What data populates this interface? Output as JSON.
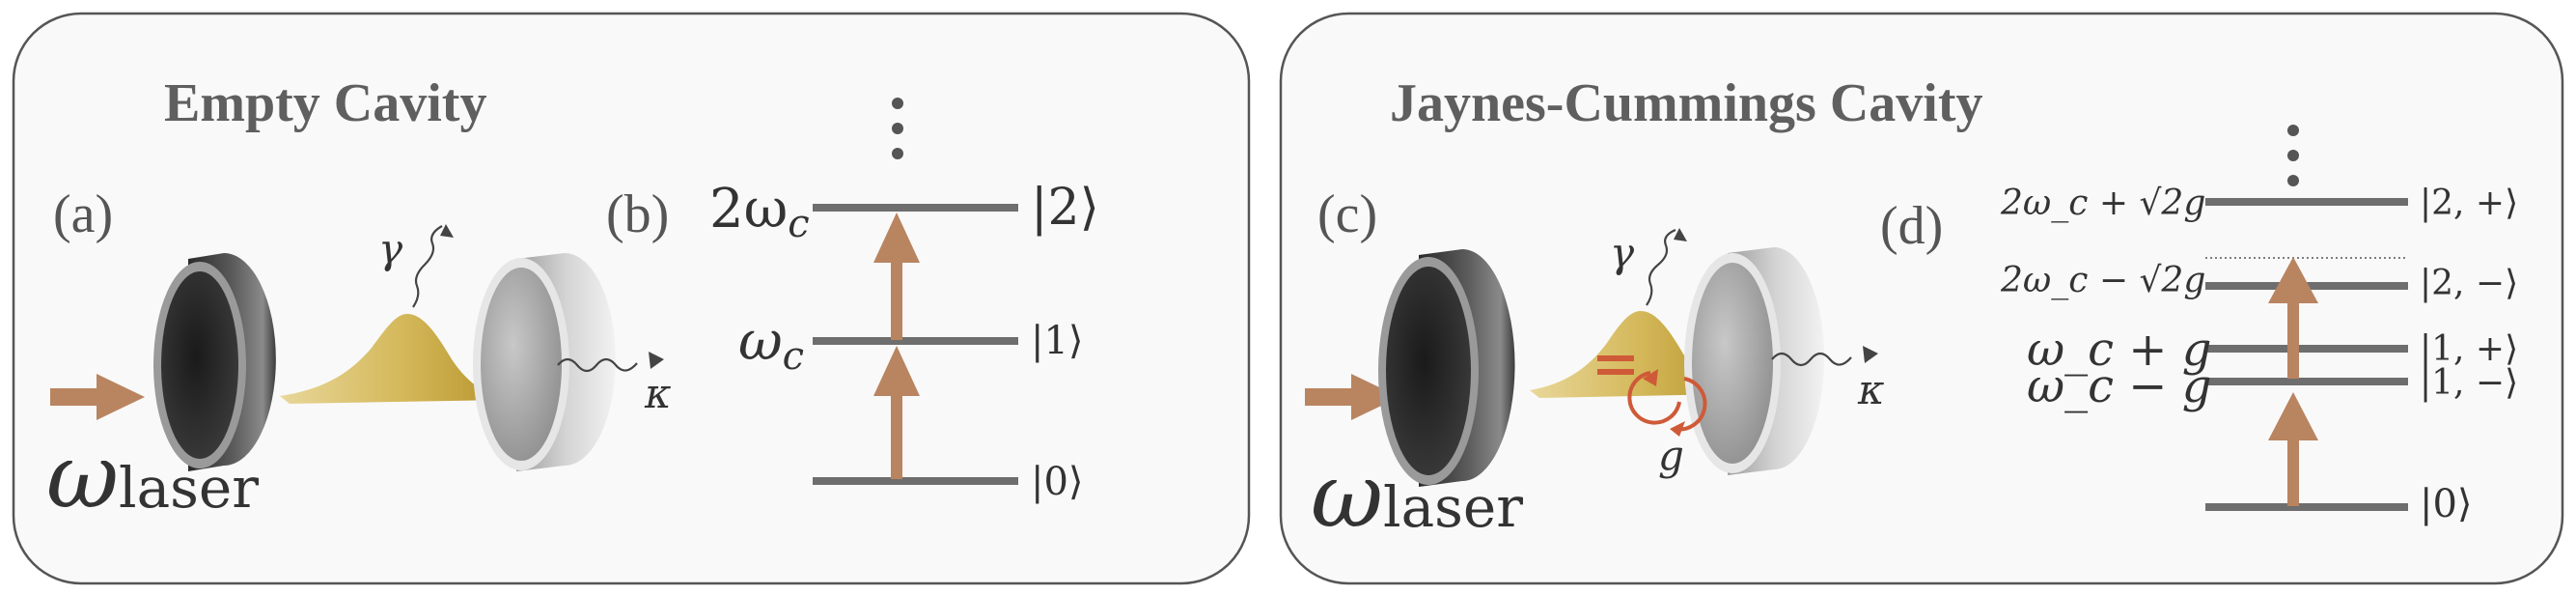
{
  "colors": {
    "arrow": "#b98460",
    "level": "#6e6e6e",
    "gaussian": "#c9a94a",
    "coupling": "#cf5a38",
    "title": "#5f5f5f",
    "panel_border": "#555555",
    "panel_fill": "#f9f9f9"
  },
  "left_panel": {
    "title": "Empty Cavity",
    "label_a": "(a)",
    "label_b": "(b)",
    "laser_omega": "ω",
    "laser_sub": "laser",
    "gamma": "γ",
    "kappa": "κ",
    "levels": [
      {
        "energy_text": "2ω",
        "energy_sub": "c",
        "ket": "|2⟩"
      },
      {
        "energy_text": "ω",
        "energy_sub": "c",
        "ket": "|1⟩"
      },
      {
        "energy_text": "",
        "energy_sub": "",
        "ket": "|0⟩"
      }
    ]
  },
  "right_panel": {
    "title": "Jaynes-Cummings Cavity",
    "label_c": "(c)",
    "label_d": "(d)",
    "laser_omega": "ω",
    "laser_sub": "laser",
    "gamma": "γ",
    "kappa": "κ",
    "coupling": "g",
    "levels": [
      {
        "energy_text": "2ω_c + √2g",
        "ket": "|2, +⟩"
      },
      {
        "energy_text": "2ω_c − √2g",
        "ket": "|2, −⟩"
      },
      {
        "energy_text": "ω_c + g",
        "ket": "|1, +⟩"
      },
      {
        "energy_text": "ω_c − g",
        "ket": "|1, −⟩"
      },
      {
        "energy_text": "",
        "ket": "|0⟩"
      }
    ]
  }
}
